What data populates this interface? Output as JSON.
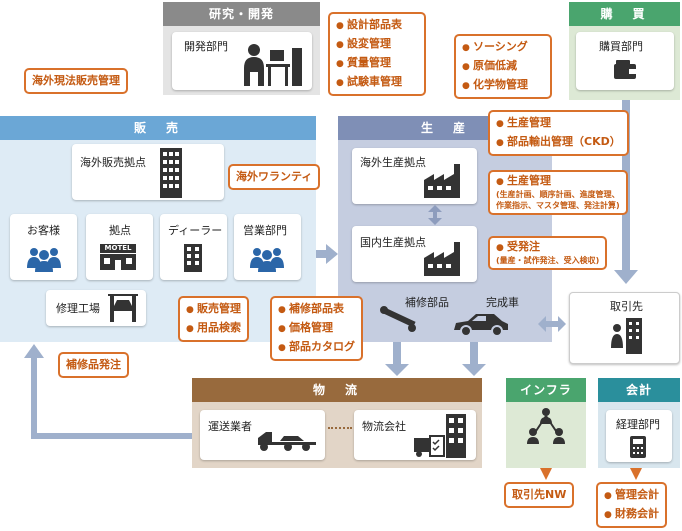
{
  "rd": {
    "title": "研究・開発",
    "dept": "開発部門",
    "items": [
      "設計部品表",
      "設変管理",
      "質量管理",
      "試験車管理"
    ]
  },
  "purchase": {
    "title": "購　買",
    "dept": "購買部門",
    "items": [
      "ソーシング",
      "原価低減",
      "化学物管理"
    ]
  },
  "overseas_sales_mgmt": "海外現法販売管理",
  "sales": {
    "title": "販　売",
    "overseas_base": "海外販売拠点",
    "warranty": "海外ワランティ",
    "cells": [
      "お客様",
      "拠点",
      "ディーラー",
      "営業部門"
    ],
    "repair": "修理工場",
    "motel": "MOTEL"
  },
  "parts_order": "補修品発注",
  "sales_callout": [
    "販売管理",
    "用品検索"
  ],
  "repair_callout": [
    "補修部品表",
    "価格管理",
    "部品カタログ"
  ],
  "production": {
    "title": "生　産",
    "overseas_plant": "海外生産拠点",
    "domestic_plant": "国内生産拠点",
    "repair_parts": "補修部品",
    "finished": "完成車",
    "c1": [
      "生産管理",
      "部品輸出管理（CKD）"
    ],
    "c2_title": "生産管理",
    "c2_detail1": "(生産計画、順序計画、進度管理、",
    "c2_detail2": "作業指示、マスタ管理、発注計算)",
    "c3_title": "受発注",
    "c3_detail": "(量産・試作発注、受入検収)"
  },
  "supplier": "取引先",
  "logistics": {
    "title": "物　流",
    "carrier": "運送業者",
    "company": "物流会社"
  },
  "infra": {
    "title": "インフラ",
    "network": "取引先NW"
  },
  "accounting": {
    "title": "会計",
    "dept": "経理部門",
    "items": [
      "管理会計",
      "財務会計"
    ]
  }
}
